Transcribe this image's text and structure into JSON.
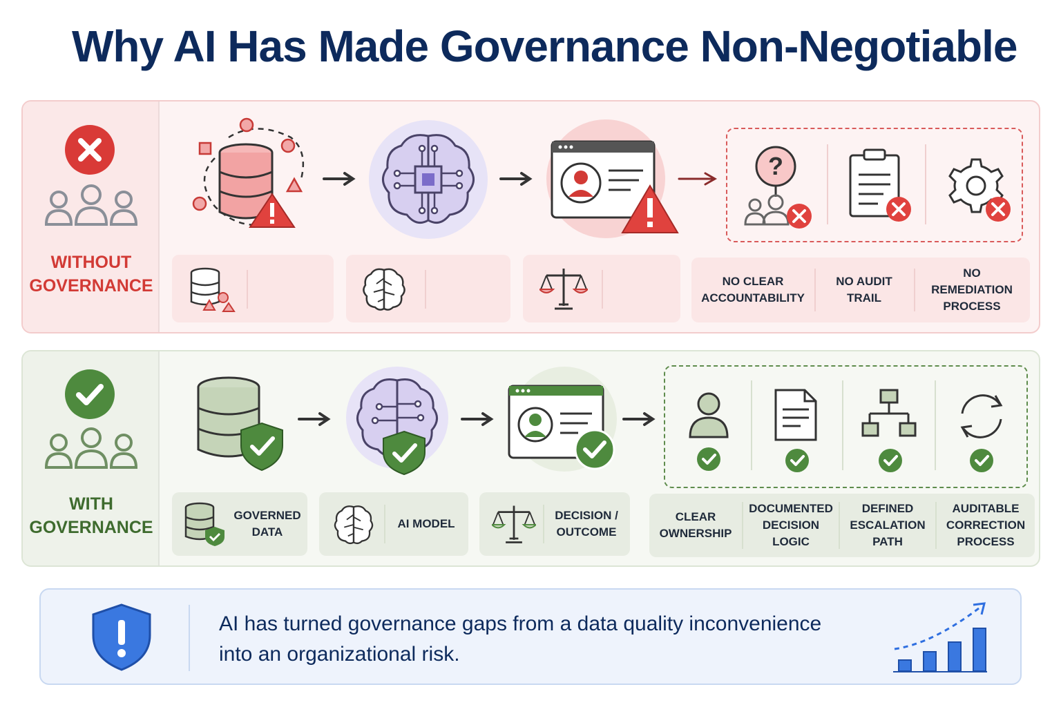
{
  "title": "Why AI Has Made Governance Non-Negotiable",
  "without": {
    "label_line1": "WITHOUT",
    "label_line2": "GOVERNANCE",
    "gaps": [
      {
        "line1": "NO CLEAR",
        "line2": "ACCOUNTABILITY"
      },
      {
        "line1": "NO AUDIT",
        "line2": "TRAIL"
      },
      {
        "line1": "NO",
        "line2": "REMEDIATION",
        "line3": "PROCESS"
      }
    ]
  },
  "with": {
    "label_line1": "WITH",
    "label_line2": "GOVERNANCE",
    "stages": [
      {
        "line1": "GOVERNED",
        "line2": "DATA"
      },
      {
        "line1": "AI MODEL"
      },
      {
        "line1": "DECISION /",
        "line2": "OUTCOME"
      }
    ],
    "controls": [
      {
        "line1": "CLEAR",
        "line2": "OWNERSHIP"
      },
      {
        "line1": "DOCUMENTED",
        "line2": "DECISION",
        "line3": "LOGIC"
      },
      {
        "line1": "DEFINED",
        "line2": "ESCALATION",
        "line3": "PATH"
      },
      {
        "line1": "AUDITABLE",
        "line2": "CORRECTION",
        "line3": "PROCESS"
      }
    ]
  },
  "banner": {
    "line1": "AI has turned governance gaps from a data quality inconvenience",
    "line2": "into an organizational risk."
  },
  "colors": {
    "risk_red": "#d93a37",
    "governed_green": "#4e8a3e",
    "ai_purple": "#7b6cc9",
    "navy": "#0d2a5c",
    "trend_blue": "#2f6fe0"
  }
}
